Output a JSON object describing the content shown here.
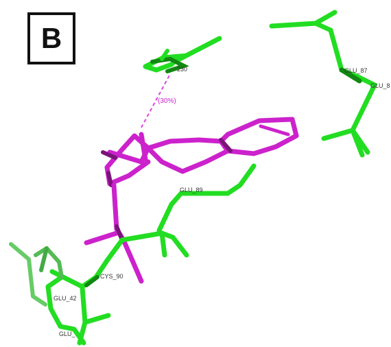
{
  "panel_label": "B",
  "colors": {
    "protein": "#22dd22",
    "protein_dark": "#118811",
    "ligand": "#cc22cc",
    "ligand_dark": "#7a147a",
    "hbond": "#dd44dd"
  },
  "hbond": {
    "label": "(30%)"
  },
  "residue_labels": {
    "top_ring": "230",
    "glu_87": "GLU_87",
    "glu_right": "GLU_8",
    "glu_mid": "GLU_89",
    "cys_90": "CYS_90",
    "glu_42": "GLU_42",
    "glu_bottom": "GLU_"
  }
}
